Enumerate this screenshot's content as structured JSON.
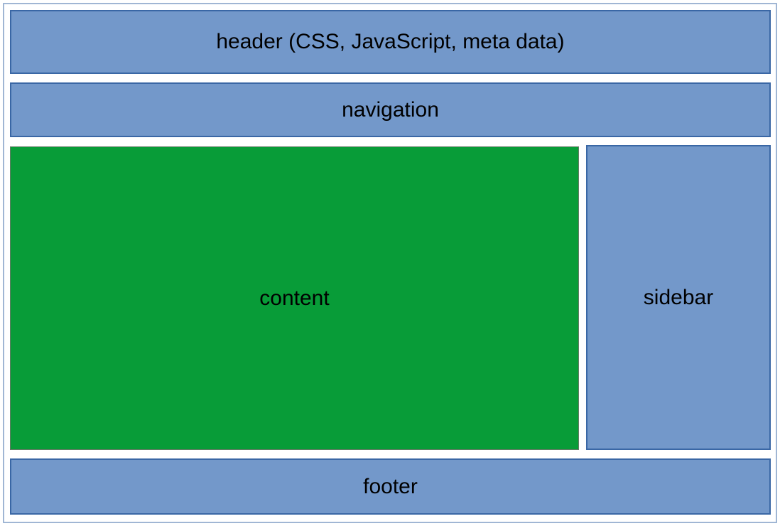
{
  "diagram": {
    "description": "webpage layout structure diagram",
    "boxes": [
      {
        "id": "header",
        "label": "header (CSS, JavaScript, meta data)"
      },
      {
        "id": "navigation",
        "label": "navigation"
      },
      {
        "id": "content",
        "label": "content"
      },
      {
        "id": "sidebar",
        "label": "sidebar"
      },
      {
        "id": "footer",
        "label": "footer"
      }
    ]
  },
  "colors": {
    "background": "#ffffff",
    "outer_border": "#a0b6d4",
    "box_fill_blue": "#7398ca",
    "box_border_blue": "#3a67a5",
    "content_fill_green": "#089c38",
    "content_border": "#667a66",
    "text": "#000000"
  }
}
